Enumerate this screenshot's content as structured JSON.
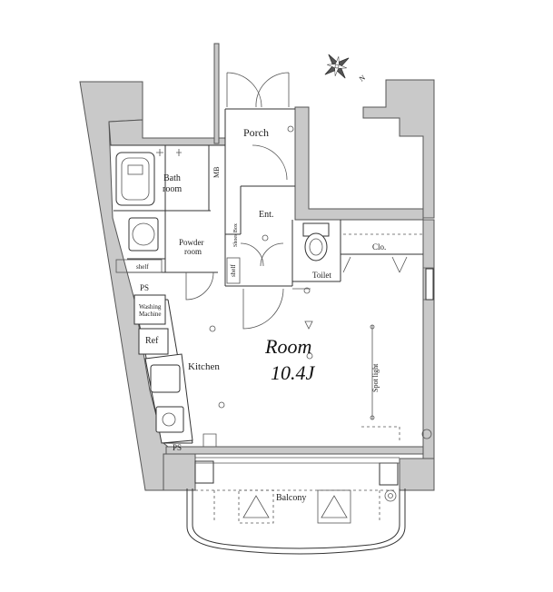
{
  "rooms": {
    "porch": "Porch",
    "bath_line1": "Bath",
    "bath_line2": "room",
    "mb": "MB",
    "entrance": "Ent.",
    "shoes_box": "Shoes Box",
    "powder_line1": "Powder",
    "powder_line2": "room",
    "shelf_left": "shelf",
    "shelf_ent": "shelf",
    "toilet": "Toilet",
    "closet": "Clo.",
    "ps_top": "PS",
    "ps_bottom": "PS",
    "washing_line1": "Washing",
    "washing_line2": "Machine",
    "ref": "Ref",
    "kitchen": "Kitchen",
    "main_room_name": "Room",
    "main_room_size": "10.4J",
    "spot_light": "Spot light",
    "balcony": "Balcony"
  },
  "compass": {
    "north_label": "N"
  },
  "colors": {
    "wall_fill": "#c9c9c9",
    "line": "#333333",
    "background": "#ffffff"
  }
}
